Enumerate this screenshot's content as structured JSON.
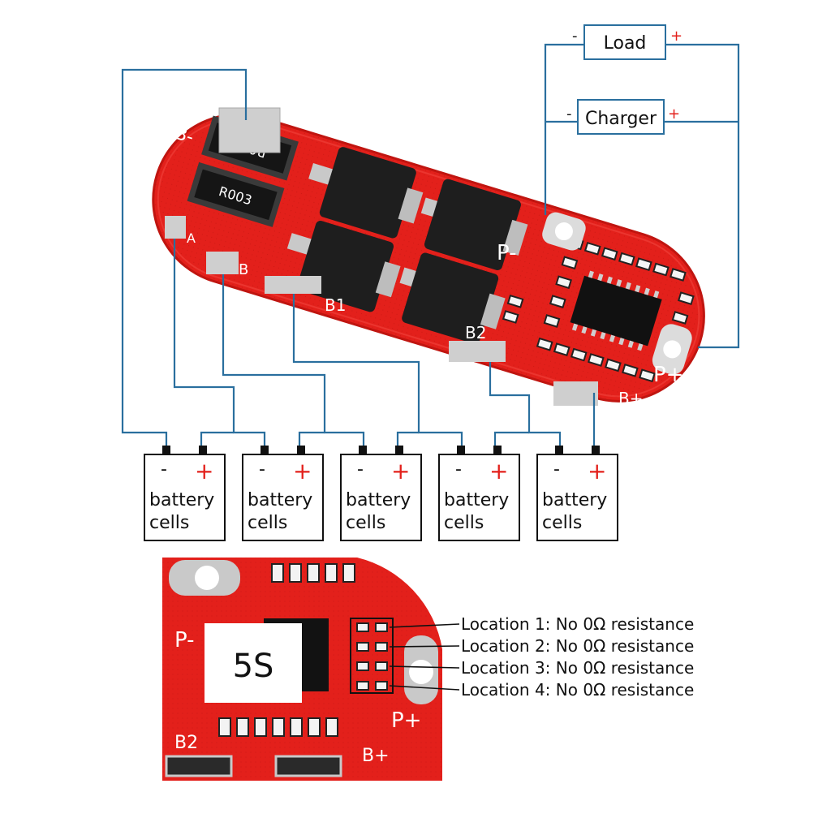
{
  "load": {
    "label": "Load",
    "minus": "-",
    "plus": "+"
  },
  "charger": {
    "label": "Charger",
    "minus": "-",
    "plus": "+"
  },
  "board": {
    "pads": {
      "b_minus": "B-",
      "a": "A",
      "b": "B",
      "b1": "B1",
      "b2": "B2",
      "b_plus": "B+",
      "p_minus": "P-",
      "p_plus": "P+"
    },
    "resistor_marking": "R003"
  },
  "cells": [
    {
      "minus": "-",
      "plus": "+",
      "line1": "battery",
      "line2": "cells"
    },
    {
      "minus": "-",
      "plus": "+",
      "line1": "battery",
      "line2": "cells"
    },
    {
      "minus": "-",
      "plus": "+",
      "line1": "battery",
      "line2": "cells"
    },
    {
      "minus": "-",
      "plus": "+",
      "line1": "battery",
      "line2": "cells"
    },
    {
      "minus": "-",
      "plus": "+",
      "line1": "battery",
      "line2": "cells"
    }
  ],
  "detail": {
    "badge": "5S",
    "pads": {
      "p_minus": "P-",
      "p_plus": "P+",
      "b2": "B2",
      "b_plus": "B+"
    },
    "locations": [
      "Location 1: No 0Ω resistance",
      "Location 2: No 0Ω resistance",
      "Location 3: No 0Ω resistance",
      "Location 4: No 0Ω resistance"
    ]
  },
  "colors": {
    "wire": "#2a6f9e",
    "pcb": "#e3201b",
    "plus": "#e3201b",
    "mosfet": "#222222"
  }
}
